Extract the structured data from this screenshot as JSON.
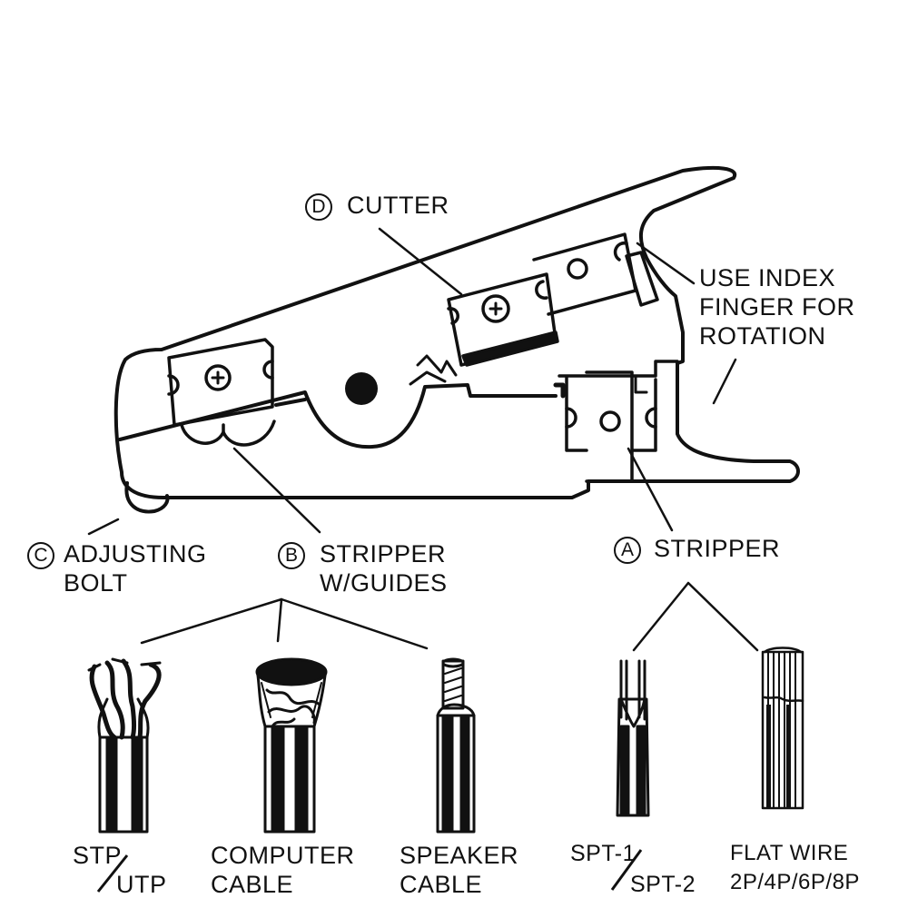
{
  "colors": {
    "ink": "#111111",
    "paper": "#ffffff"
  },
  "callouts": {
    "cutter": {
      "letter": "D",
      "label": "CUTTER"
    },
    "index_note": {
      "lines": [
        "USE INDEX",
        "FINGER FOR",
        "ROTATION"
      ]
    },
    "adjusting_bolt": {
      "letter": "C",
      "lines": [
        "ADJUSTING",
        "BOLT"
      ]
    },
    "stripper_guides": {
      "letter": "B",
      "lines": [
        "STRIPPER",
        "W/GUIDES"
      ]
    },
    "stripper": {
      "letter": "A",
      "label": "STRIPPER"
    }
  },
  "cables": {
    "stp_utp": {
      "top": "STP",
      "bottom": "UTP"
    },
    "computer": {
      "lines": [
        "COMPUTER",
        "CABLE"
      ]
    },
    "speaker": {
      "lines": [
        "SPEAKER",
        "CABLE"
      ]
    },
    "spt": {
      "top": "SPT-1",
      "bottom": "SPT-2"
    },
    "flat": {
      "lines": [
        "FLAT  WIRE",
        "2P/4P/6P/8P"
      ]
    }
  }
}
